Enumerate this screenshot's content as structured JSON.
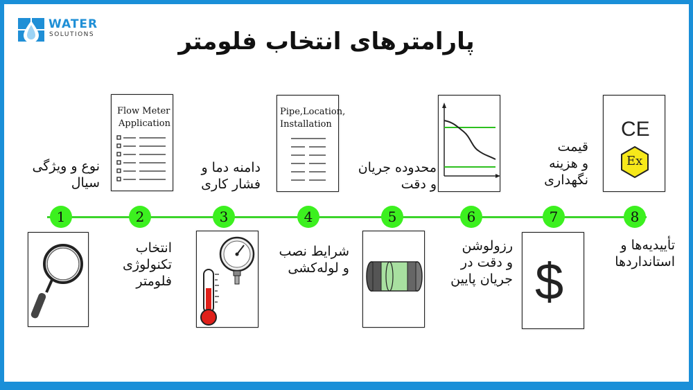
{
  "brand": {
    "name_line1": "WATER",
    "name_line2": "SOLUTIONS"
  },
  "title": "پارامترهای انتخاب فلومتر",
  "steps": [
    {
      "number": "1",
      "label_line1": "نوع و ویژگی",
      "label_line2": "سیال",
      "icon": "magnifier-icon"
    },
    {
      "number": "2",
      "label_line1": "انتخاب",
      "label_line2": "تکنولوژی",
      "label_line3": "فلومتر",
      "icon": "document-icon",
      "doc_line1": "Flow Meter",
      "doc_line2": "Application"
    },
    {
      "number": "3",
      "label_line1": "دامنه دما و",
      "label_line2": "فشار کاری",
      "icon": "thermometer-gauge-icon"
    },
    {
      "number": "4",
      "label_line1": "شرایط نصب",
      "label_line2": "و لوله‌کشی",
      "icon": "document-icon",
      "doc_line1": "Pipe,Location,",
      "doc_line2": "Installation"
    },
    {
      "number": "5",
      "label_line1": "محدوده جریان",
      "label_line2": "و دقت",
      "icon": "pipe-icon"
    },
    {
      "number": "6",
      "label_line1": "رزولوشن",
      "label_line2": "و دقت در",
      "label_line3": "جریان پایین",
      "icon": "flow-graph-icon"
    },
    {
      "number": "7",
      "label_line1": "قیمت",
      "label_line2": "و هزینه",
      "label_line3": "نگهداری",
      "icon": "dollar-icon",
      "symbol": "$"
    },
    {
      "number": "8",
      "label_line1": "تأییدیه‌ها و",
      "label_line2": "استانداردها",
      "icon": "certification-icon",
      "ce": "CE",
      "ex": "Ex"
    }
  ],
  "colors": {
    "frame": "#1a8fd8",
    "node": "#3cf01f",
    "line": "#3bd42a",
    "gauge_red": "#e0201a",
    "pipe_green": "#a8e0a0"
  }
}
